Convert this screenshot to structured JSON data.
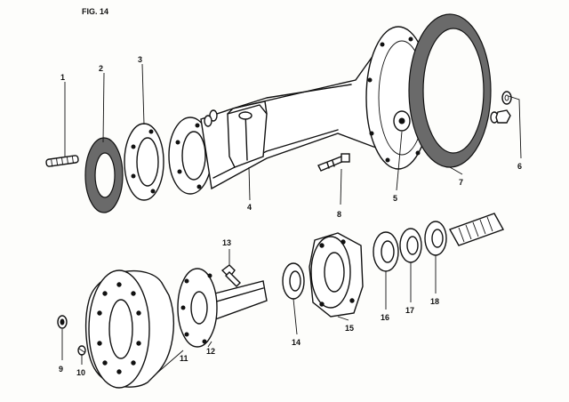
{
  "figure": {
    "title": "FIG. 14"
  },
  "callouts": {
    "p1": "1",
    "p2": "2",
    "p3": "3",
    "p4": "4",
    "p5": "5",
    "p6": "6",
    "p7": "7",
    "p8": "8",
    "p9": "9",
    "p10": "10",
    "p11": "11",
    "p12": "12",
    "p13": "13",
    "p14": "14",
    "p15": "15",
    "p16": "16",
    "p17": "17",
    "p18": "18"
  }
}
